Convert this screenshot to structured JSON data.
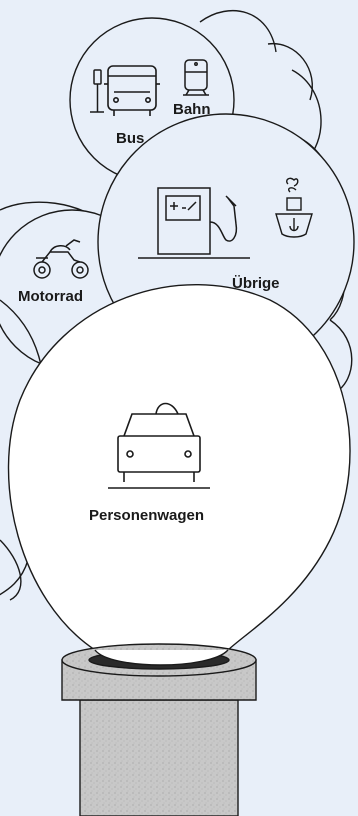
{
  "categories": {
    "bus": "Bus",
    "bahn": "Bahn",
    "uebrige": "Übrige",
    "motorrad": "Motorrad",
    "personenwagen": "Personenwagen"
  },
  "colors": {
    "background": "#e8eff9",
    "outline": "#1a1a1a",
    "bubble_fill": "#ffffff",
    "pipe_fill": "#c9c9c9",
    "pipe_rim": "#bdbdbd"
  },
  "icons": {
    "bus": "bus-icon",
    "bus_stop": "bus-stop-icon",
    "bahn": "tram-icon",
    "fuel": "fuel-pump-icon",
    "electric": "electric-battery-icon",
    "ship": "ship-icon",
    "motorrad": "motorcycle-icon",
    "personenwagen": "car-icon"
  }
}
